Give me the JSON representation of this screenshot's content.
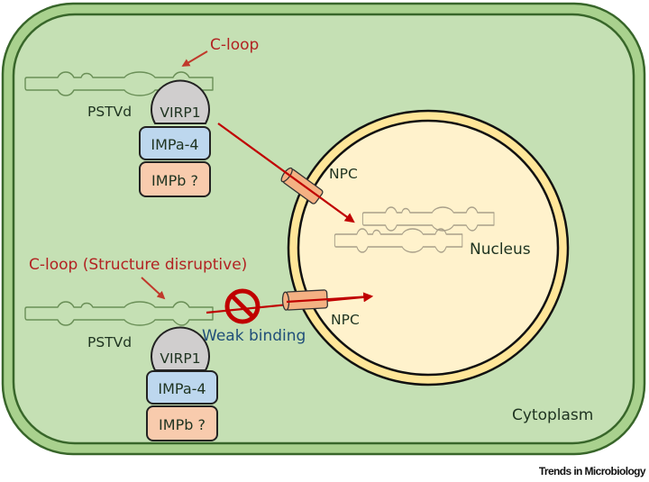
{
  "figure": {
    "source_credit": "Trends in Microbiology",
    "regions": {
      "cytoplasm_label": "Cytoplasm",
      "nucleus_label": "Nucleus"
    },
    "top_pathway": {
      "rna_label": "PSTVd",
      "loop_annotation": "C-loop",
      "complex": [
        "VIRP1",
        "IMPa-4",
        "IMPb ?"
      ],
      "pore_label": "NPC",
      "outcome": "import"
    },
    "bottom_pathway": {
      "rna_label": "PSTVd",
      "loop_annotation": "C-loop (Structure disruptive)",
      "complex": [
        "VIRP1",
        "IMPa-4",
        "IMPb ?"
      ],
      "pore_label": "NPC",
      "blocked_note": "Weak binding",
      "blocked_icon": "prohibition-icon"
    },
    "colors": {
      "cell_wall_outer": "#a9d18e",
      "cell_wall_stroke": "#38662a",
      "cytoplasm": "#c5e0b4",
      "nuclear_envelope": "#ffe699",
      "nucleoplasm": "#fff2cc",
      "rna_outline_cyto": "#6a8f57",
      "rna_outline_nuc": "#a9a08a",
      "virp1": "#d0cece",
      "impa4": "#bdd7ee",
      "impb": "#f8cbad",
      "npc": "#f4b183",
      "arrow_red": "#c00000",
      "annotation_red": "#c0392b",
      "weak_binding_blue": "#1f4e79",
      "text_dark": "#1e3320"
    }
  }
}
